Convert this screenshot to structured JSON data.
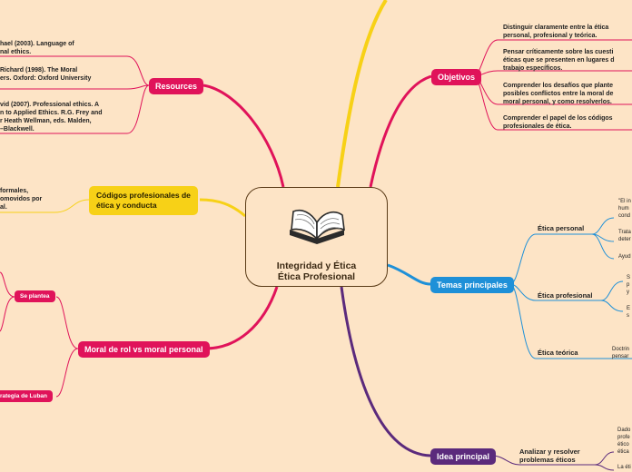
{
  "central": {
    "title_line1": "Integridad y Ética",
    "title_line2": "Ética Profesional"
  },
  "resources": {
    "label": "Resources",
    "items": [
      {
        "lines": [
          "hael (2003). Language of",
          "nal ethics."
        ]
      },
      {
        "lines": [
          "Richard (1998). The Moral",
          "ers. Oxford: Oxford University"
        ]
      },
      {
        "lines": [
          "vid (2007). Professional ethics. A",
          "n to Applied Ethics. R.G. Frey and",
          "r Heath Wellman, eds. Malden,",
          "–Blackwell."
        ]
      }
    ]
  },
  "codigos": {
    "label_line1": "Códigos profesionales de",
    "label_line2": "ética y conducta",
    "text": [
      "formales,",
      "omovidos por",
      "al."
    ]
  },
  "moral": {
    "label": "Moral de rol vs moral personal",
    "sub1": "Se plantea",
    "sub2": "rategia de Luban"
  },
  "objetivos": {
    "label": "Objetivos",
    "items": [
      {
        "lines": [
          "Distinguir claramente entre la ética",
          "personal, profesional y teórica."
        ]
      },
      {
        "lines": [
          "Pensar críticamente sobre las cuesti",
          "éticas que se presenten en lugares d",
          "trabajo específicos."
        ]
      },
      {
        "lines": [
          "Comprender los desafíos que plante",
          "posibles conflictos entre la moral de",
          "moral personal, y como resolverlos."
        ]
      },
      {
        "lines": [
          "Comprender el papel de los códigos",
          "profesionales de ética."
        ]
      }
    ]
  },
  "temas": {
    "label": "Temas principales",
    "personal": {
      "label": "Ética personal",
      "notes": [
        [
          "\"El in",
          "hum",
          "cond"
        ],
        [
          "Trata",
          "deter"
        ],
        [
          "Ayud"
        ]
      ]
    },
    "profesional": {
      "label": "Ética profesional",
      "notes": [
        [
          "S",
          "p",
          "y"
        ],
        [
          "E",
          "s"
        ]
      ]
    },
    "teorica": {
      "label": "Ética teórica",
      "notes": [
        [
          "Doctrin",
          "pensar"
        ]
      ]
    }
  },
  "idea": {
    "label": "Idea principal",
    "sub_line1": "Analizar y resolver",
    "sub_line2": "problemas éticos",
    "notes": [
      [
        "Dado",
        "profe",
        "ético",
        "ética"
      ],
      [
        "La éti"
      ]
    ]
  },
  "colors": {
    "background": "#fde4c6",
    "pink": "#e0135a",
    "blue": "#1e90d8",
    "purple": "#5b2a7c",
    "yellow": "#f7d117",
    "brown": "#5a3b17"
  }
}
